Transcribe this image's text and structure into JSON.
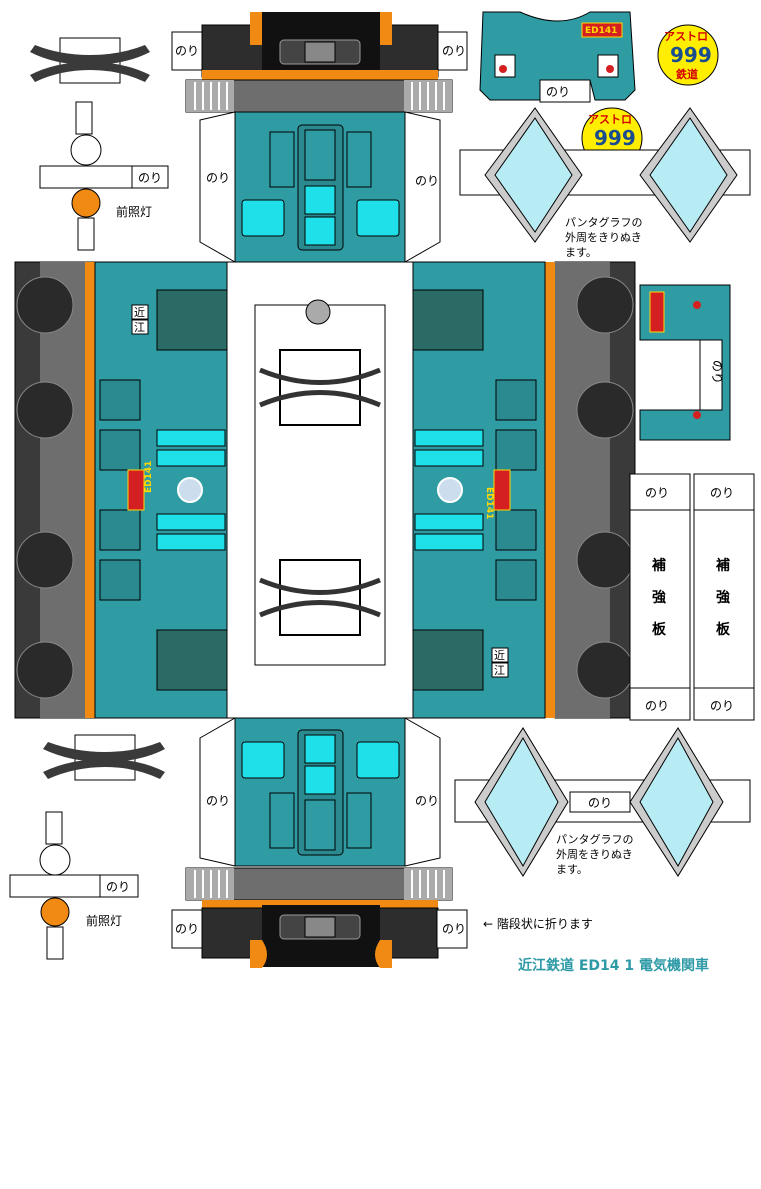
{
  "labels": {
    "glue": "のり",
    "headlight": "前照灯",
    "pantograph_line1": "パンタグラフの",
    "pantograph_line2": "外周をきりぬき",
    "pantograph_line3": "ます。",
    "fold_note": "← 階段状に折ります",
    "title": "近江鉄道 ED14 1 電気機関車",
    "number_plate": "ED141",
    "logo_line1": "アストロ",
    "logo_line2": "999",
    "logo_line3": "鉄道",
    "reinforce_1": "補",
    "reinforce_2": "強",
    "reinforce_3": "板",
    "company_mark_1": "近",
    "company_mark_2": "江"
  },
  "colors": {
    "body_teal": "#2f9ba3",
    "dark_teal": "#2a6b66",
    "window_cyan": "#1fe0e8",
    "pantograph_fill": "#b8ecf5",
    "orange": "#f08a12",
    "dark_gray": "#3a3a3a",
    "mid_gray": "#6e6e6e",
    "plate_red": "#d42020",
    "logo_yellow": "#ffee00"
  }
}
